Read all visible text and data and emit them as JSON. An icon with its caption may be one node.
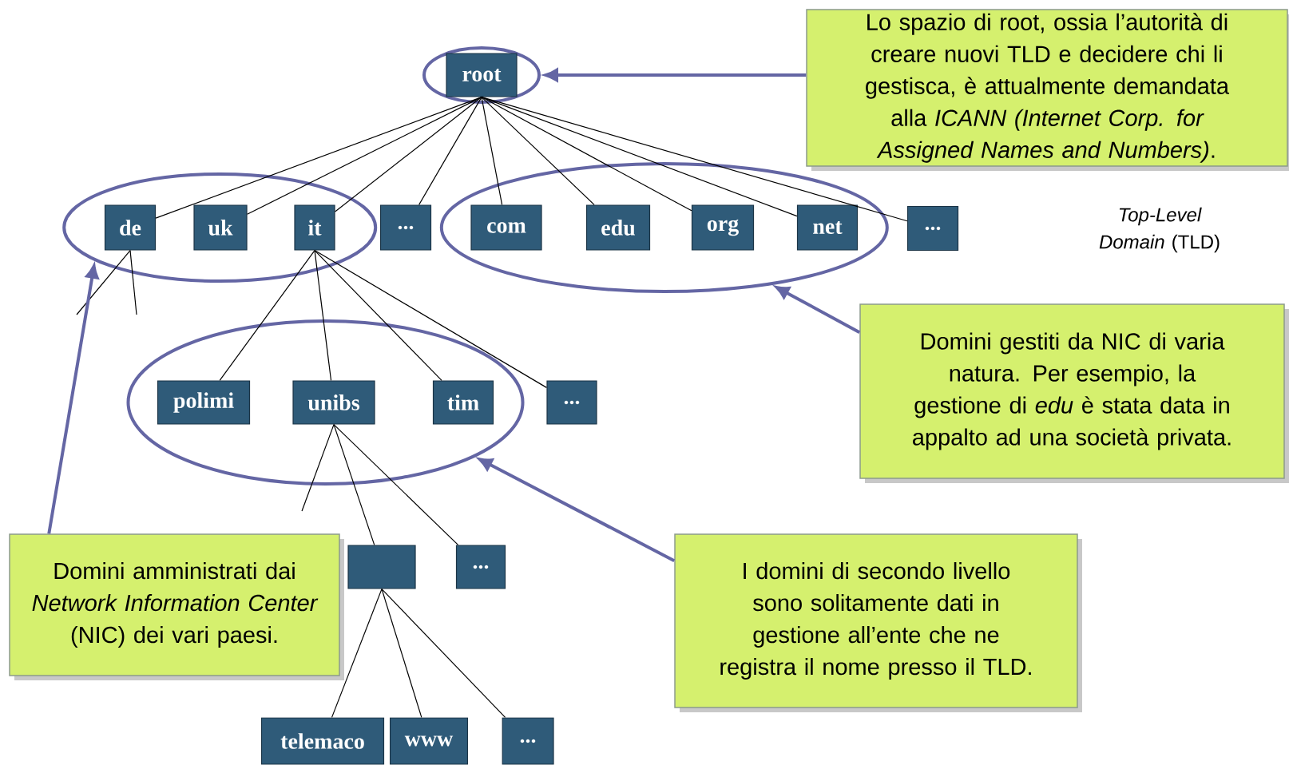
{
  "diagram": {
    "nodes": [
      {
        "text": [],
        "shape": "ellipse"
      },
      {
        "text": [
          "root"
        ],
        "in": 0
      },
      {
        "text": [
          "Lo spazio di root, ossia l’autorità di creare nuovi TLD e decidere chi li gestisca, è attualmente demandata alla *ICANN (Internet Corp. for Assigned Names and Numbers)*."
        ]
      },
      {
        "text": [],
        "shape": "ellipse"
      },
      {
        "text": [
          "de"
        ],
        "in": 3
      },
      {
        "text": [
          "uk"
        ],
        "in": 3
      },
      {
        "text": [
          "it"
        ],
        "in": 3
      },
      {
        "text": [
          "..."
        ]
      },
      {
        "text": [],
        "shape": "ellipse"
      },
      {
        "text": [
          "com"
        ],
        "in": 8
      },
      {
        "text": [
          "edu"
        ],
        "in": 8
      },
      {
        "text": [
          "org"
        ],
        "in": 8
      },
      {
        "text": [
          "net"
        ],
        "in": 8
      },
      {
        "text": [
          "..."
        ]
      },
      {
        "text": [
          "Domini gestiti da NIC di varia natura. Per esempio, la gestione di *edu* è stata data in appalto ad una società privata."
        ]
      },
      {
        "text": [],
        "shape": "ellipse"
      },
      {
        "text": [
          "polimi"
        ],
        "in": 15
      },
      {
        "text": [
          "unibs"
        ],
        "in": 15
      },
      {
        "text": [
          "tim"
        ],
        "in": 15
      },
      {
        "text": [
          "..."
        ]
      },
      {
        "text": [],
        "shape": "box"
      },
      {
        "text": [
          "..."
        ]
      },
      {
        "text": [
          "Domini amministrati dai *Network Information Center* (NIC) dei vari paesi."
        ]
      },
      {
        "text": [
          "I domini di secondo livello sono solitamente dati in gestione all’ente che ne registra il nome presso il TLD."
        ]
      },
      {
        "text": [
          "telemaco"
        ]
      },
      {
        "text": [
          "www"
        ]
      },
      {
        "text": [
          "..."
        ]
      }
    ],
    "edges": [
      {
        "from": 1,
        "to": 4,
        "arrow": "none"
      },
      {
        "from": 1,
        "to": 5,
        "arrow": "none"
      },
      {
        "from": 1,
        "to": 6,
        "arrow": "none"
      },
      {
        "from": 1,
        "to": 7,
        "arrow": "none"
      },
      {
        "from": 1,
        "to": 9,
        "arrow": "none"
      },
      {
        "from": 1,
        "to": 10,
        "arrow": "none"
      },
      {
        "from": 1,
        "to": 11,
        "arrow": "none"
      },
      {
        "from": 1,
        "to": 12,
        "arrow": "none"
      },
      {
        "from": 1,
        "to": 13,
        "arrow": "none"
      },
      {
        "from": 6,
        "to": 16,
        "arrow": "none"
      },
      {
        "from": 6,
        "to": 17,
        "arrow": "none"
      },
      {
        "from": 6,
        "to": 18,
        "arrow": "none"
      },
      {
        "from": 6,
        "to": 19,
        "arrow": "none"
      },
      {
        "from": 4,
        "to": null,
        "arrow": "none"
      },
      {
        "from": 4,
        "to": null,
        "arrow": "none"
      },
      {
        "from": 17,
        "to": null,
        "arrow": "none"
      },
      {
        "from": 17,
        "to": 20,
        "arrow": "none"
      },
      {
        "from": 17,
        "to": 21,
        "arrow": "none"
      },
      {
        "from": 20,
        "to": 24,
        "arrow": "none"
      },
      {
        "from": 20,
        "to": 25,
        "arrow": "none"
      },
      {
        "from": 20,
        "to": 26,
        "arrow": "none"
      },
      {
        "from": 2,
        "to": 0,
        "arrow": "to",
        "style": "thick",
        "color": "#6466a4"
      },
      {
        "from": 14,
        "to": 8,
        "arrow": "to",
        "style": "thick",
        "color": "#6466a4"
      },
      {
        "from": 23,
        "to": 15,
        "arrow": "to",
        "style": "thick",
        "color": "#6466a4"
      },
      {
        "from": 22,
        "to": 3,
        "arrow": "to",
        "style": "thick",
        "color": "#6466a4"
      }
    ],
    "labels": [
      "*Top-Level Domain* (TLD)"
    ]
  }
}
